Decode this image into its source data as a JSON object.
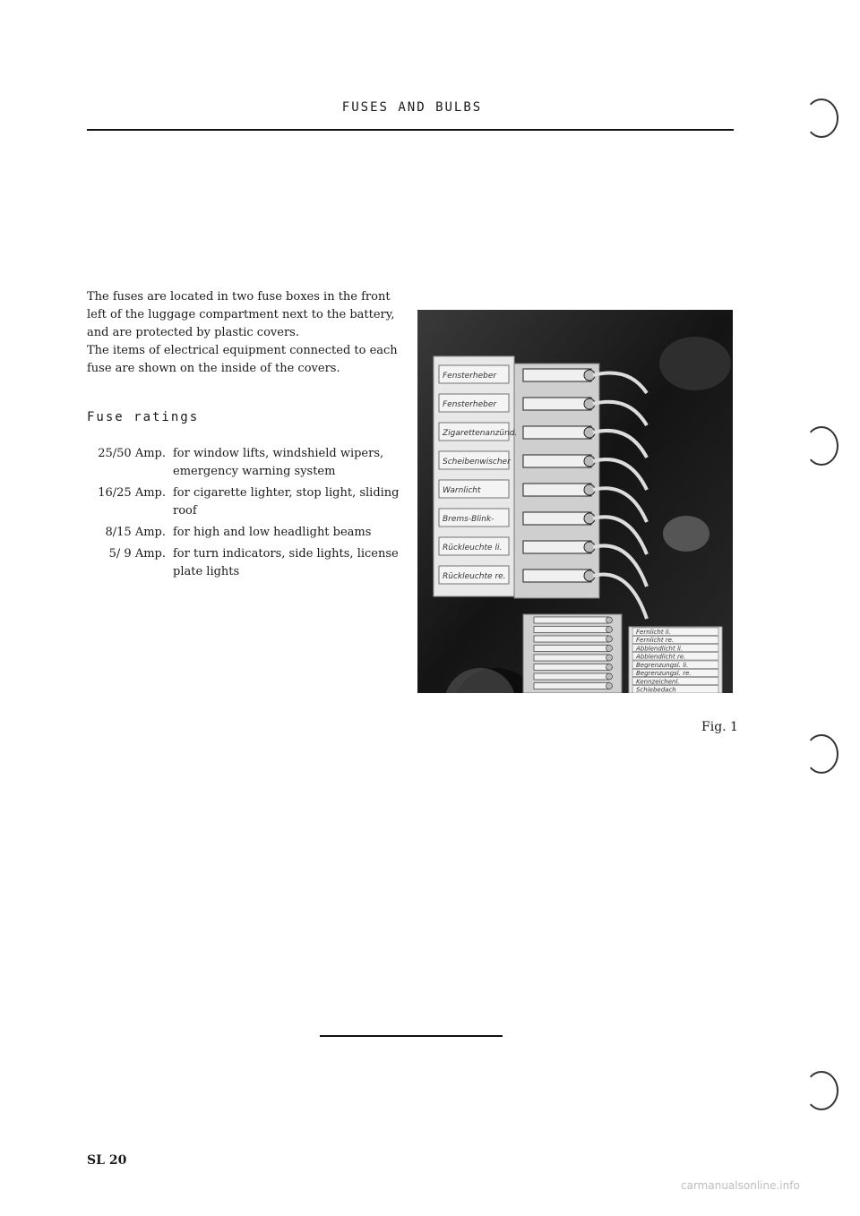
{
  "header": {
    "title": "FUSES AND BULBS"
  },
  "intro": {
    "paragraphs": [
      "The fuses are located in two fuse boxes in the front left of the luggage compartment next to the battery, and are protected by plastic covers.",
      "The items of electrical equipment connected to each fuse are shown on the inside of the covers."
    ]
  },
  "ratings": {
    "heading": "Fuse ratings",
    "rows": [
      {
        "amp": "25/50 Amp.",
        "desc": "for window lifts, windshield wipers, emergency warning system"
      },
      {
        "amp": "16/25 Amp.",
        "desc": "for cigarette lighter, stop light, sliding roof"
      },
      {
        "amp": "8/15 Amp.",
        "desc": "for high and low headlight beams"
      },
      {
        "amp": "5/ 9 Amp.",
        "desc": "for turn indicators, side lights, license plate lights"
      }
    ]
  },
  "figure": {
    "caption": "Fig. 1",
    "left_box_labels": [
      "Fensterheber",
      "Fensterheber",
      "Zigarettenanzünd.",
      "Scheibenwischer",
      "Warnlicht",
      "Brems-Blink-",
      "Rückleuchte li.",
      "Rückleuchte re."
    ],
    "right_box_labels": [
      "Fernlicht li.",
      "Fernlicht re.",
      "Abblendlicht li.",
      "Abblendlicht re.",
      "Begrenzungsl. li.",
      "Begrenzungsl. re.",
      "Kennzeichenl.",
      "Schiebedach"
    ]
  },
  "footer": {
    "page_id": "SL 20",
    "watermark": "carmanualsonline.info"
  }
}
